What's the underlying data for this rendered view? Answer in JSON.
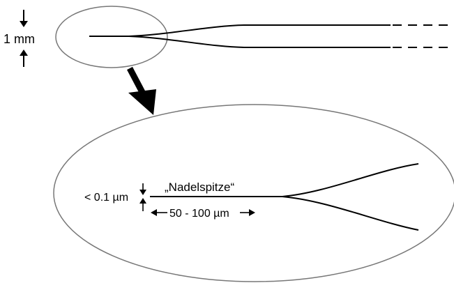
{
  "overview": {
    "scale_label": "1 mm"
  },
  "detail": {
    "tip_label": "„Nadelspitze“",
    "thickness_label": "< 0.1 µm",
    "length_label": "50 - 100 µm"
  }
}
